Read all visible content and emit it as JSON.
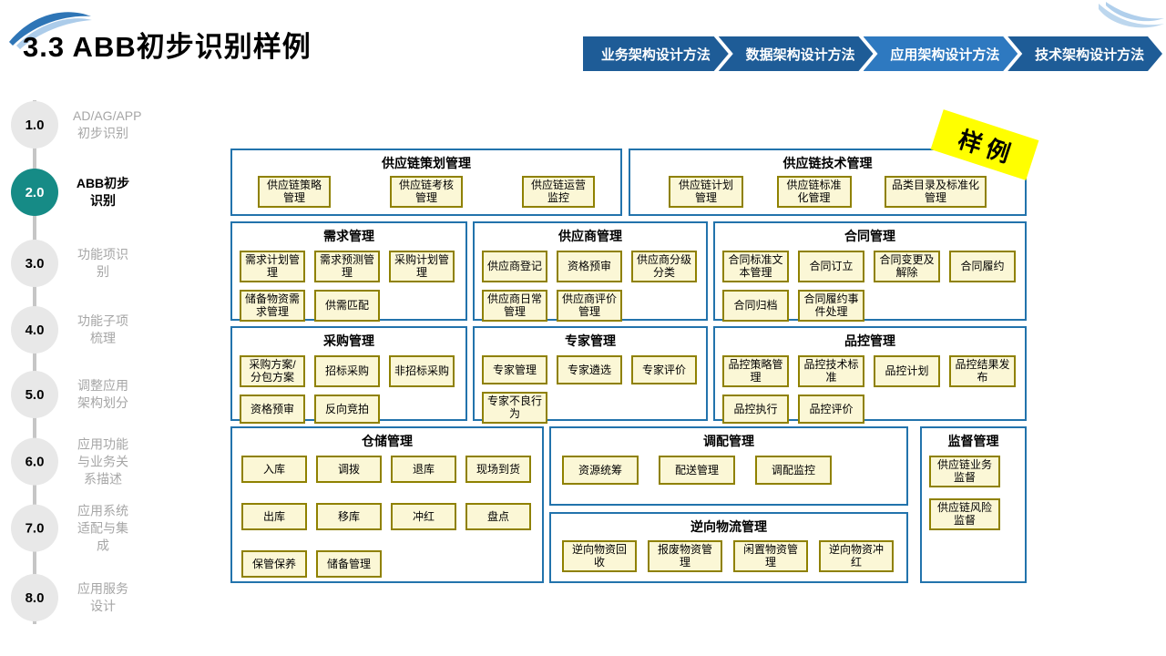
{
  "title": "3.3 ABB初步识别样例",
  "badge_label": "样例",
  "colors": {
    "nav_inactive": "#1E5C97",
    "nav_active": "#2E79C0",
    "group_border": "#2273AC",
    "box_fill": "#FBF7D6",
    "box_border": "#8F8100",
    "step_active": "#168B86",
    "badge_bg": "#FFFF00"
  },
  "nav": {
    "items": [
      {
        "label": "业务架构设计方法",
        "active": false
      },
      {
        "label": "数据架构设计方法",
        "active": false
      },
      {
        "label": "应用架构设计方法",
        "active": true
      },
      {
        "label": "技术架构设计方法",
        "active": false
      }
    ]
  },
  "sidebar": {
    "steps": [
      {
        "num": "1.0",
        "label": "AD/AG/APP初步识别",
        "active": false
      },
      {
        "num": "2.0",
        "label": "ABB初步识别",
        "active": true
      },
      {
        "num": "3.0",
        "label": "功能项识别",
        "active": false
      },
      {
        "num": "4.0",
        "label": "功能子项梳理",
        "active": false
      },
      {
        "num": "5.0",
        "label": "调整应用架构划分",
        "active": false
      },
      {
        "num": "6.0",
        "label": "应用功能与业务关系描述",
        "active": false
      },
      {
        "num": "7.0",
        "label": "应用系统适配与集成",
        "active": false
      },
      {
        "num": "8.0",
        "label": "应用服务设计",
        "active": false
      }
    ]
  },
  "groups": [
    {
      "id": "supply-chain-planning",
      "title": "供应链策划管理",
      "items": [
        "供应链策略管理",
        "供应链考核管理",
        "供应链运营监控"
      ]
    },
    {
      "id": "supply-chain-technology",
      "title": "供应链技术管理",
      "items": [
        "供应链计划管理",
        "供应链标准化管理",
        "品类目录及标准化管理"
      ]
    },
    {
      "id": "demand-management",
      "title": "需求管理",
      "items": [
        "需求计划管理",
        "需求预测管理",
        "采购计划管理",
        "储备物资需求管理",
        "供需匹配"
      ]
    },
    {
      "id": "supplier-management",
      "title": "供应商管理",
      "items": [
        "供应商登记",
        "资格预审",
        "供应商分级分类",
        "供应商日常管理",
        "供应商评价管理"
      ]
    },
    {
      "id": "contract-management",
      "title": "合同管理",
      "items": [
        "合同标准文本管理",
        "合同订立",
        "合同变更及解除",
        "合同履约",
        "合同归档",
        "合同履约事件处理"
      ]
    },
    {
      "id": "procurement-management",
      "title": "采购管理",
      "items": [
        "采购方案/分包方案",
        "招标采购",
        "非招标采购",
        "资格预审",
        "反向竞拍"
      ]
    },
    {
      "id": "expert-management",
      "title": "专家管理",
      "items": [
        "专家管理",
        "专家遴选",
        "专家评价",
        "专家不良行为"
      ]
    },
    {
      "id": "quality-control-management",
      "title": "品控管理",
      "items": [
        "品控策略管理",
        "品控技术标准",
        "品控计划",
        "品控结果发布",
        "品控执行",
        "品控评价"
      ]
    },
    {
      "id": "warehouse-management",
      "title": "仓储管理",
      "items": [
        "入库",
        "调拨",
        "退库",
        "现场到货",
        "出库",
        "移库",
        "冲红",
        "盘点",
        "保管保养",
        "储备管理"
      ]
    },
    {
      "id": "allocation-management",
      "title": "调配管理",
      "items": [
        "资源统筹",
        "配送管理",
        "调配监控"
      ]
    },
    {
      "id": "reverse-logistics-management",
      "title": "逆向物流管理",
      "items": [
        "逆向物资回收",
        "报废物资管理",
        "闲置物资管理",
        "逆向物资冲红"
      ]
    },
    {
      "id": "supervision-management",
      "title": "监督管理",
      "items": [
        "供应链业务监督",
        "供应链风险监督"
      ]
    }
  ]
}
